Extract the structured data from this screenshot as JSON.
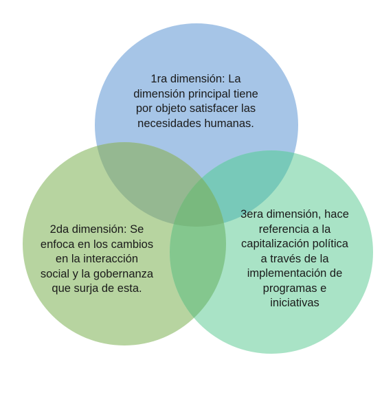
{
  "diagram": {
    "type": "venn",
    "circles": [
      {
        "id": "top",
        "text": "1ra dimensión: La\ndimensión principal tiene\npor objeto satisfacer las\nnecesidades humanas.",
        "color": "#a6c5e7"
      },
      {
        "id": "left",
        "text": "2da dimensión: Se\nenfoca en los cambios\nen la interacción\nsocial y la gobernanza\nque surja de esta.",
        "color": "#b7d4a0"
      },
      {
        "id": "right",
        "text": "3era dimensión, hace\nreferencia a la\ncapitalización política\na través de la\nimplementación de\nprogramas e\niniciativas",
        "color": "#a9e3c6"
      }
    ],
    "overlap_colors": {
      "top_left": "#95b891",
      "top_right": "#78c9b9",
      "left_right": "#84c78e",
      "center": "#79b97e"
    }
  }
}
